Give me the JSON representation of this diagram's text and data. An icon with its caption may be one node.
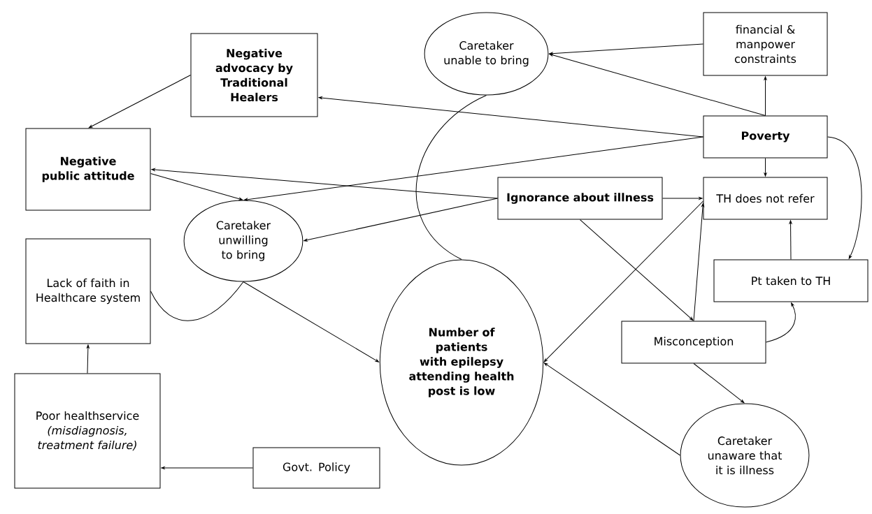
{
  "diagram": {
    "nodes": [
      {
        "text": [
          "Negative advocacy by Traditional Healers"
        ]
      },
      {
        "text": [
          "Caretaker unable to bring"
        ]
      },
      {
        "text": [
          "financial & manpower constraints"
        ]
      },
      {
        "text": [
          "Negative public attitude"
        ]
      },
      {
        "text": [
          "Poverty"
        ]
      },
      {
        "text": [
          "Ignorance about illness"
        ]
      },
      {
        "text": [
          "TH does not refer"
        ]
      },
      {
        "text": [
          "Caretaker unwilling to bring"
        ]
      },
      {
        "text": [
          "Lack of faith in Healthcare system"
        ]
      },
      {
        "text": [
          "Pt taken to TH"
        ]
      },
      {
        "text": [
          "Number of patients with epilepsy attending health post is low"
        ]
      },
      {
        "text": [
          "Misconception"
        ]
      },
      {
        "text": [
          "Poor healthservice",
          "(misdiagnosis, treatment failure)"
        ]
      },
      {
        "text": [
          "Govt. Policy"
        ]
      },
      {
        "text": [
          "Caretaker unaware that it is illness"
        ]
      }
    ],
    "edges": [
      {
        "from": 4,
        "to": 1,
        "arrow": "to"
      },
      {
        "from": 2,
        "to": 1,
        "arrow": "to"
      },
      {
        "from": 4,
        "to": 2,
        "arrow": "to"
      },
      {
        "from": 4,
        "to": 0,
        "arrow": "to"
      },
      {
        "from": 0,
        "to": 3,
        "arrow": "to"
      },
      {
        "from": 4,
        "to": 7,
        "arrow": "to"
      },
      {
        "from": 5,
        "to": 3,
        "arrow": "to"
      },
      {
        "from": 3,
        "to": 7,
        "arrow": "to"
      },
      {
        "from": 5,
        "to": 7,
        "arrow": "to"
      },
      {
        "from": 5,
        "to": 6,
        "arrow": "to"
      },
      {
        "from": 4,
        "to": 6,
        "arrow": "to"
      },
      {
        "from": 1,
        "to": 10,
        "arrow": "none"
      },
      {
        "from": 7,
        "to": 10,
        "arrow": "to"
      },
      {
        "from": 7,
        "to": 8,
        "arrow": "none"
      },
      {
        "from": 12,
        "to": 8,
        "arrow": "to"
      },
      {
        "from": 13,
        "to": 12,
        "arrow": "to"
      },
      {
        "from": 5,
        "to": 11,
        "arrow": "to"
      },
      {
        "from": 6,
        "to": 10,
        "arrow": "to"
      },
      {
        "from": 11,
        "to": 6,
        "arrow": "to"
      },
      {
        "from": 9,
        "to": 6,
        "arrow": "to"
      },
      {
        "from": 4,
        "to": 9,
        "arrow": "to"
      },
      {
        "from": 11,
        "to": 9,
        "arrow": "to"
      },
      {
        "from": 11,
        "to": 14,
        "arrow": "to"
      },
      {
        "from": 14,
        "to": 10,
        "arrow": "to"
      }
    ]
  }
}
